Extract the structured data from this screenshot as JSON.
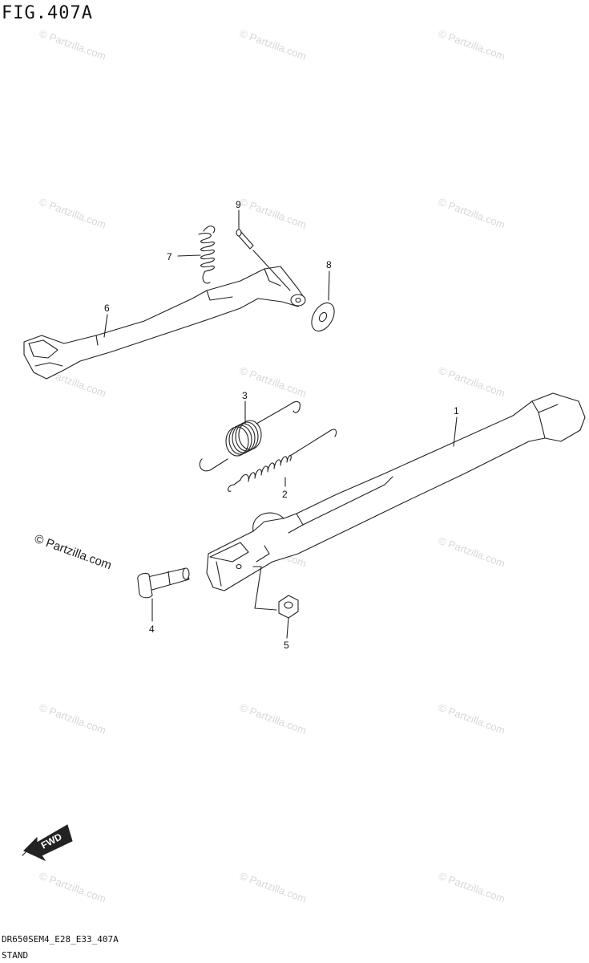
{
  "figure": {
    "title": "FIG.407A",
    "code": "DR650SEM4_E28_E33_407A",
    "name": "STAND"
  },
  "callouts": {
    "p1": "1",
    "p2": "2",
    "p3": "3",
    "p4": "4",
    "p5": "5",
    "p6": "6",
    "p7": "7",
    "p8": "8",
    "p9": "9"
  },
  "watermark": {
    "text": "© Partzilla.com"
  },
  "fwd": {
    "label": "FWD"
  }
}
